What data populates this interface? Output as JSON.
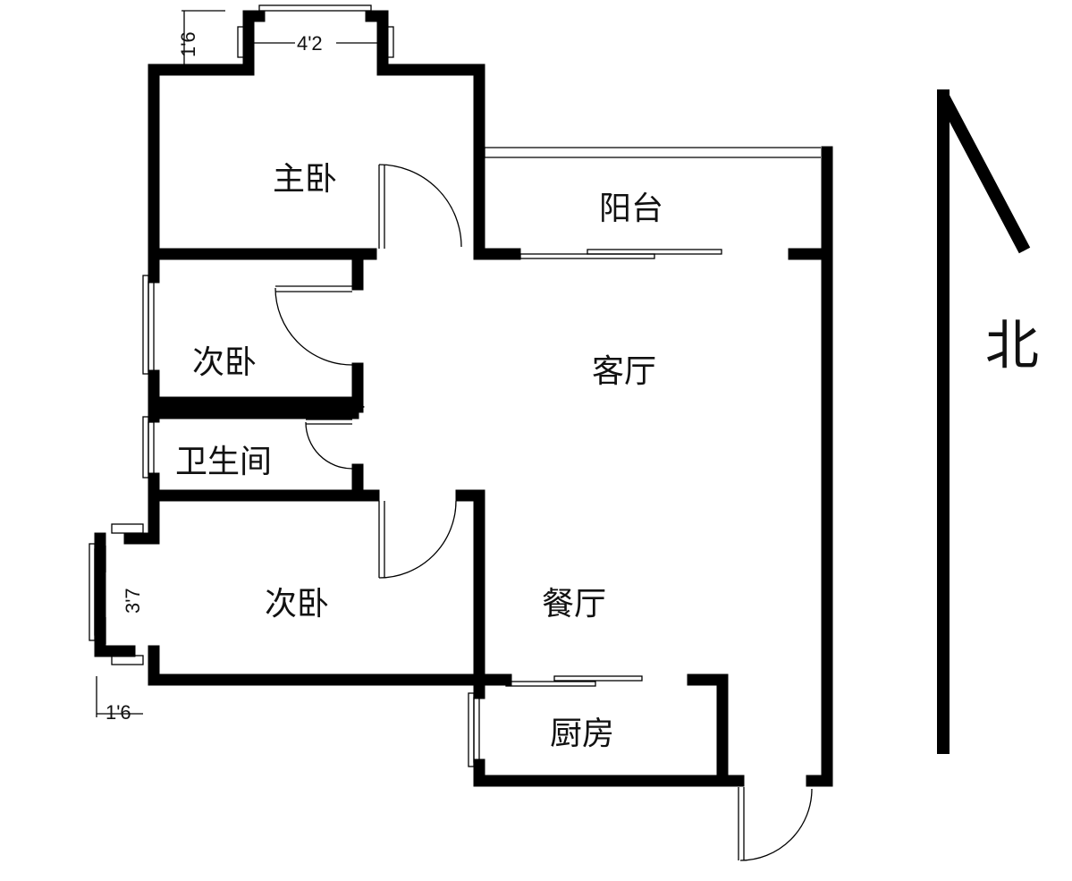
{
  "rooms": {
    "master_bedroom": "主卧",
    "balcony": "阳台",
    "second_bedroom_top": "次卧",
    "living_room": "客厅",
    "bathroom": "卫生间",
    "second_bedroom_bottom": "次卧",
    "dining_room": "餐厅",
    "kitchen": "厨房"
  },
  "dimensions": {
    "top_window_width": "4'2",
    "top_window_depth": "1'6",
    "left_window_width": "3'7",
    "left_window_depth": "1'6"
  },
  "compass": {
    "north": "北"
  }
}
